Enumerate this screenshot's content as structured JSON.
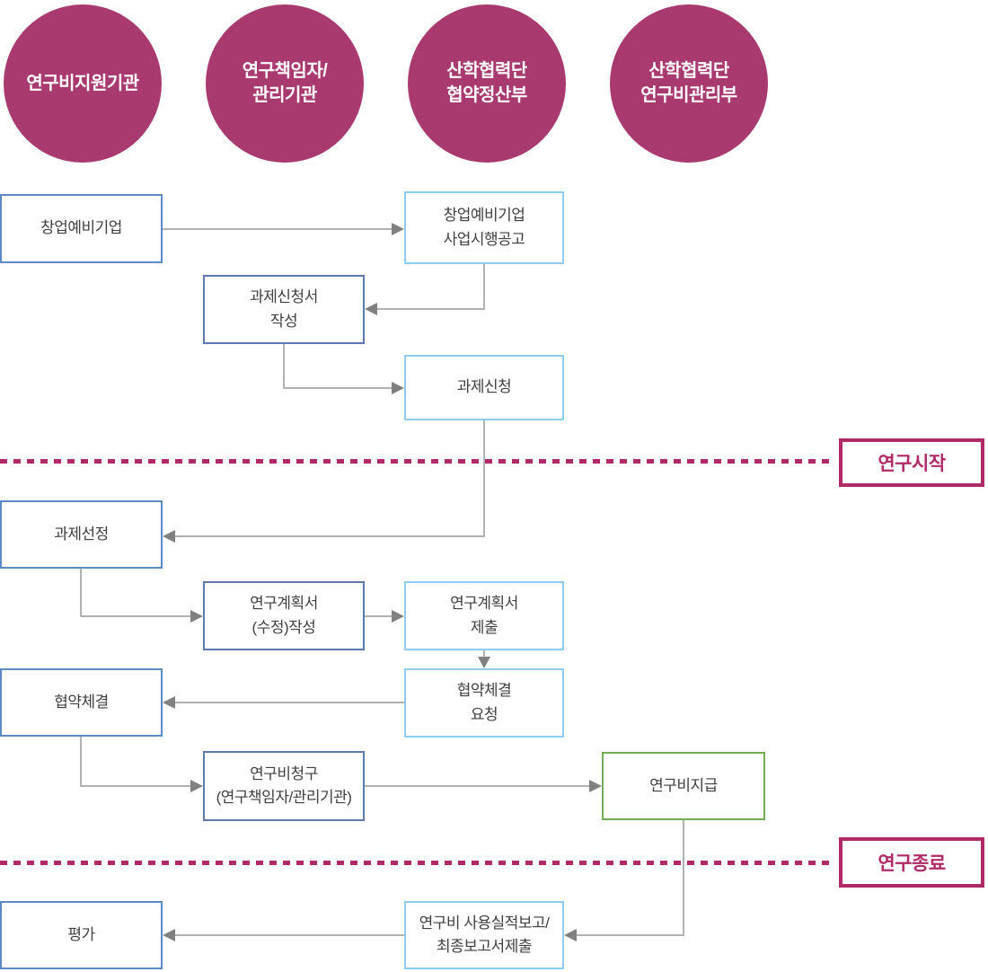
{
  "colors": {
    "lane_circle": "#a93a70",
    "milestone": "#b02a68",
    "border_blue": "#5b8ac5",
    "border_navy": "#5f79b0",
    "border_lightblue": "#8ecdf0",
    "border_green": "#74ac56",
    "connector_line": "#a6a6a6",
    "arrowhead": "#808080",
    "node_text": "#404040"
  },
  "lanes": [
    {
      "id": "funding-agency",
      "label": "연구비지원기관"
    },
    {
      "id": "pi-managing-org",
      "label": "연구책임자/\n관리기관"
    },
    {
      "id": "iacf-contract-settlement",
      "label": "산학협력단\n협약정산부"
    },
    {
      "id": "iacf-research-fund-mgmt",
      "label": "산학협력단\n연구비관리부"
    }
  ],
  "nodes": {
    "n1": {
      "text": "창업예비기업"
    },
    "n2": {
      "text": "창업예비기업\n사업시행공고"
    },
    "n3": {
      "text": "과제신청서\n작성"
    },
    "n4": {
      "text": "과제신청"
    },
    "n5": {
      "text": "과제선정"
    },
    "n6": {
      "text": "연구계획서\n(수정)작성"
    },
    "n7": {
      "text": "연구계획서\n제출"
    },
    "n8": {
      "text": "협약체결"
    },
    "n9": {
      "text": "협약체결\n요청"
    },
    "n10": {
      "text": "연구비청구\n(연구책임자/관리기관)"
    },
    "n11": {
      "text": "연구비지급"
    },
    "n12": {
      "text": "평가"
    },
    "n13": {
      "text": "연구비 사용실적보고/\n최종보고서제출"
    }
  },
  "milestones": [
    {
      "id": "research-start",
      "label": "연구시작"
    },
    {
      "id": "research-end",
      "label": "연구종료"
    }
  ]
}
